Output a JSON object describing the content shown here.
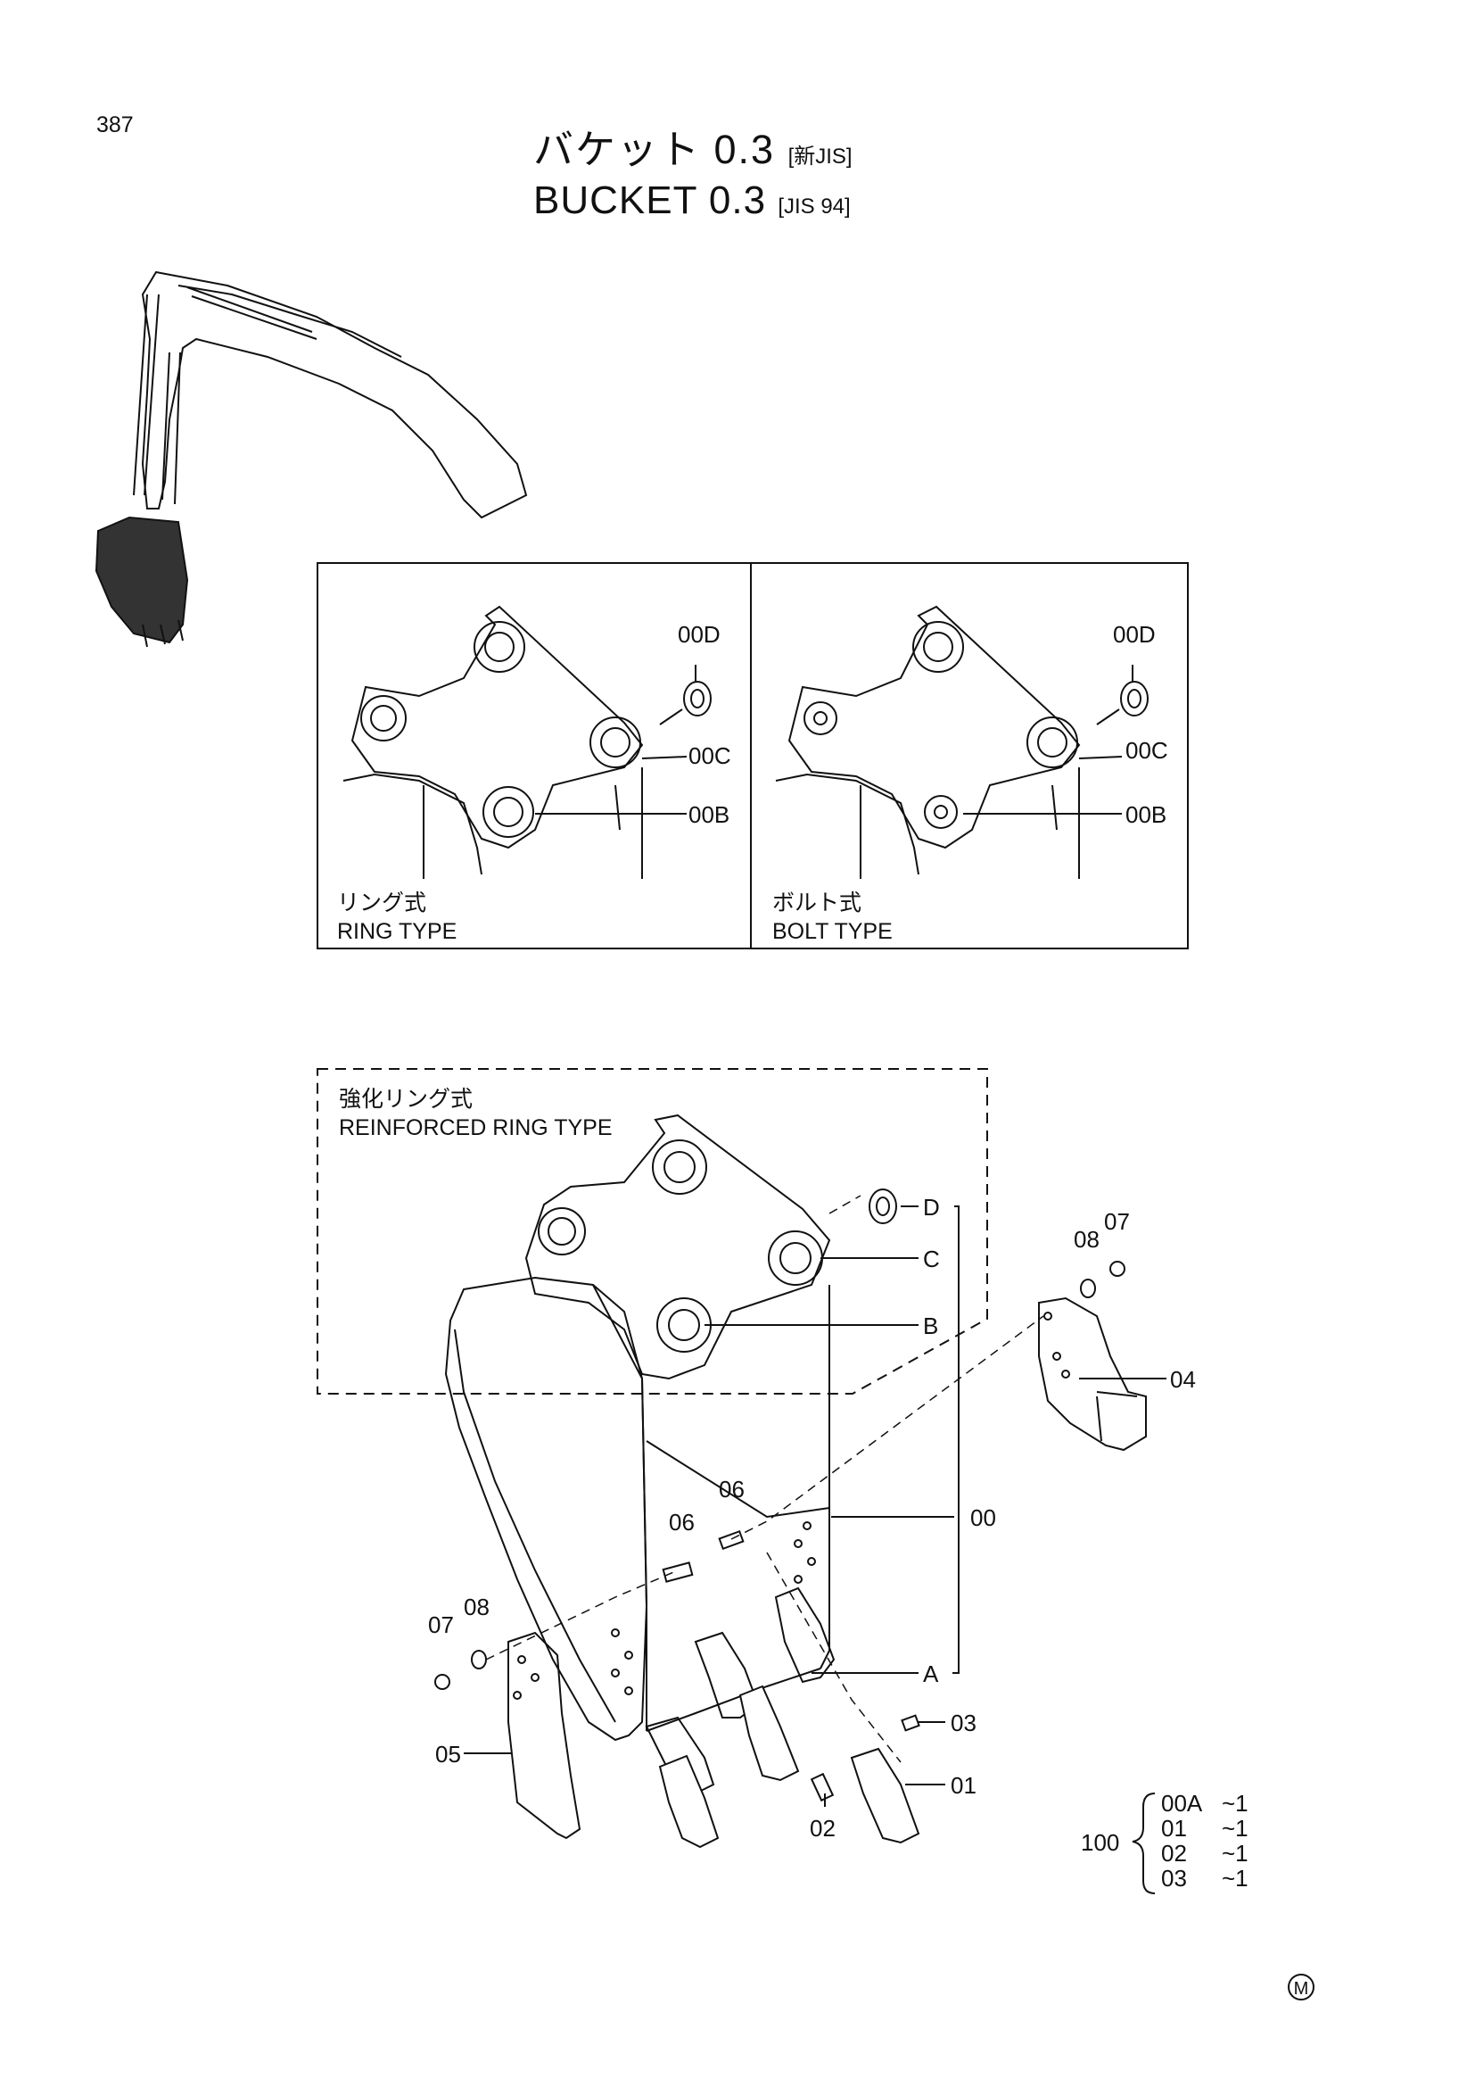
{
  "page_number": "387",
  "title": {
    "jp_main": "バケット 0.3",
    "jp_suffix": "[新JIS]",
    "en_main": "BUCKET 0.3",
    "en_suffix": "[JIS 94]"
  },
  "inset_ring": {
    "caption_jp": "リング式",
    "caption_en": "RING TYPE",
    "labels": [
      "00D",
      "00C",
      "00B"
    ]
  },
  "inset_bolt": {
    "caption_jp": "ボルト式",
    "caption_en": "BOLT TYPE",
    "labels": [
      "00D",
      "00C",
      "00B"
    ]
  },
  "reinforced": {
    "caption_jp": "強化リング式",
    "caption_en": "REINFORCED RING TYPE"
  },
  "callouts": {
    "D": "D",
    "C": "C",
    "B": "B",
    "A": "A",
    "p00": "00",
    "p01": "01",
    "p02": "02",
    "p03": "03",
    "p04": "04",
    "p05": "05",
    "p06a": "06",
    "p06b": "06",
    "p07a": "07",
    "p07b": "07",
    "p08a": "08",
    "p08b": "08"
  },
  "kit": {
    "number": "100",
    "rows": [
      {
        "part": "00A",
        "qty": "~1"
      },
      {
        "part": "01",
        "qty": "~1"
      },
      {
        "part": "02",
        "qty": "~1"
      },
      {
        "part": "03",
        "qty": "~1"
      }
    ]
  },
  "mark": "M"
}
